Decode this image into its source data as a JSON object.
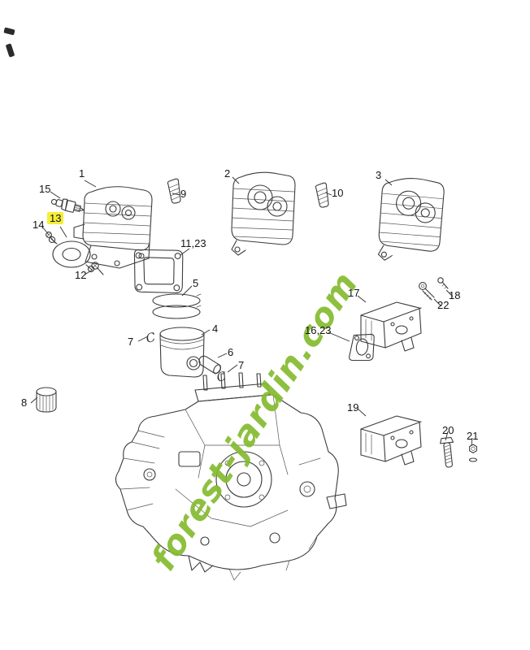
{
  "diagram": {
    "watermark": {
      "text": "forest-jardin.com",
      "color": "#85bb2f"
    },
    "clip_symbol": "C",
    "highlight_color": "#f4ee3a",
    "line_color": "#3c3c3c",
    "background_color": "#ffffff",
    "callouts": [
      {
        "label": "15",
        "highlighted": false
      },
      {
        "label": "1",
        "highlighted": false
      },
      {
        "label": "9",
        "highlighted": false
      },
      {
        "label": "2",
        "highlighted": false
      },
      {
        "label": "10",
        "highlighted": false
      },
      {
        "label": "3",
        "highlighted": false
      },
      {
        "label": "14",
        "highlighted": false
      },
      {
        "label": "13",
        "highlighted": true
      },
      {
        "label": "12",
        "highlighted": false
      },
      {
        "label": "11,23",
        "highlighted": false
      },
      {
        "label": "5",
        "highlighted": false
      },
      {
        "label": "7",
        "highlighted": false
      },
      {
        "label": "4",
        "highlighted": false
      },
      {
        "label": "6",
        "highlighted": false
      },
      {
        "label": "7",
        "highlighted": false
      },
      {
        "label": "8",
        "highlighted": false
      },
      {
        "label": "17",
        "highlighted": false
      },
      {
        "label": "22",
        "highlighted": false
      },
      {
        "label": "18",
        "highlighted": false
      },
      {
        "label": "16,23",
        "highlighted": false
      },
      {
        "label": "19",
        "highlighted": false
      },
      {
        "label": "20",
        "highlighted": false
      },
      {
        "label": "21",
        "highlighted": false
      }
    ]
  }
}
